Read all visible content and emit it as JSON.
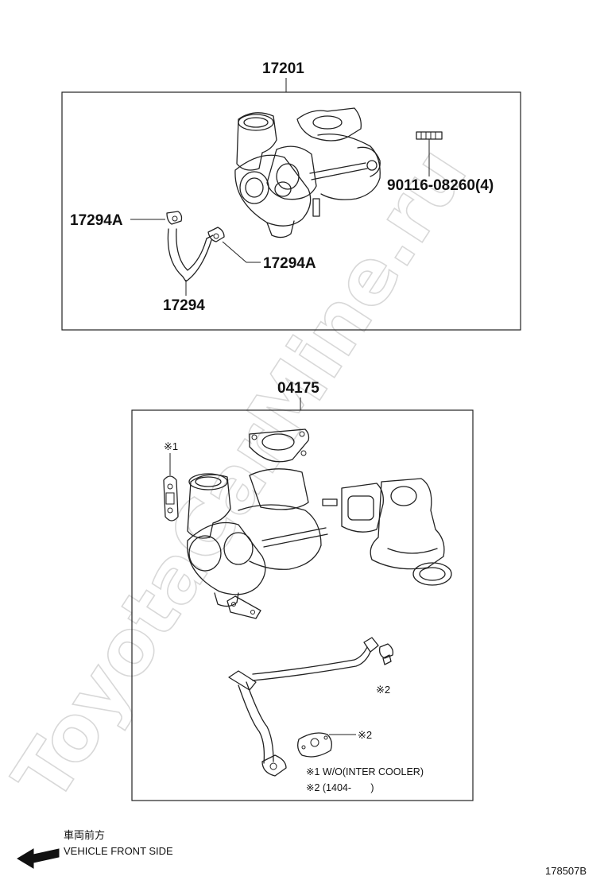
{
  "watermark": "ToyotaCarMine.ru",
  "group_upper": {
    "title": "17201",
    "labels": {
      "stud": "90116-08260(4)",
      "union_left": "17294A",
      "union_right": "17294A",
      "hose": "17294"
    }
  },
  "group_lower": {
    "title": "04175",
    "marks": {
      "mark1": "※1",
      "mark2a": "※2",
      "mark2b": "※2"
    },
    "notes": {
      "note1": "※1 W/O(INTER COOLER)",
      "note2": "※2 (1404-       )"
    }
  },
  "direction": {
    "jp": "車両前方",
    "en": "VEHICLE FRONT SIDE"
  },
  "figure_id": "178507B"
}
